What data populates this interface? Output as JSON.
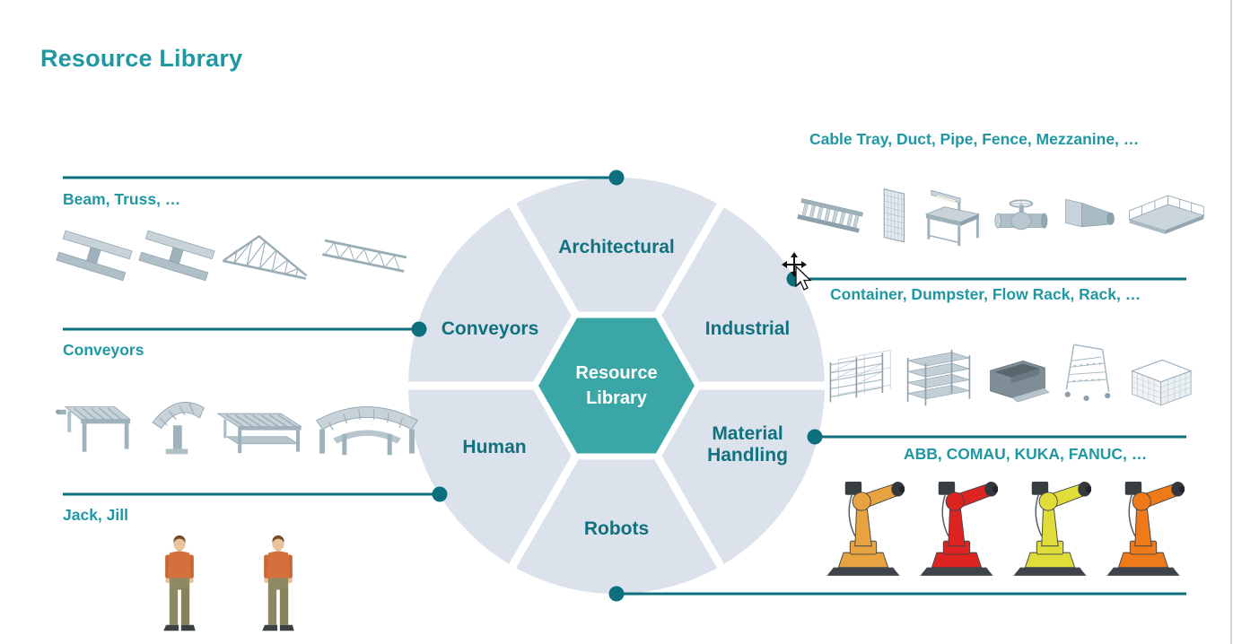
{
  "title": "Resource Library",
  "colors": {
    "accent_teal": "#1F98A4",
    "segment_label": "#11717F",
    "hexagon_fill": "#3BA6A6",
    "wheel_fill": "#DCE2EC",
    "connector": "#0C6F7D",
    "steel": "#A8BAC3",
    "robot_colors": [
      "#E8A23F",
      "#DE2420",
      "#E0DC39",
      "#EE7A19"
    ]
  },
  "wheel": {
    "center_label": "Resource Library",
    "segments": [
      {
        "label": "Architectural"
      },
      {
        "label": "Industrial"
      },
      {
        "label": "Material Handling"
      },
      {
        "label": "Robots"
      },
      {
        "label": "Human"
      },
      {
        "label": "Conveyors"
      }
    ]
  },
  "callouts": [
    {
      "segment": "Architectural",
      "label": "Beam, Truss, …",
      "icons": [
        {
          "name": "i-beam",
          "sym": "ibeam"
        },
        {
          "name": "i-beam",
          "sym": "ibeam"
        },
        {
          "name": "triangular-truss",
          "sym": "truss-tri"
        },
        {
          "name": "flat-truss",
          "sym": "truss-flat"
        }
      ]
    },
    {
      "segment": "Conveyors",
      "label": "Conveyors",
      "icons": [
        {
          "name": "roller-conveyor",
          "sym": "conv-straight"
        },
        {
          "name": "curve-conveyor",
          "sym": "conv-curve"
        },
        {
          "name": "belt-conveyor",
          "sym": "conv-belt"
        },
        {
          "name": "wide-curve-conveyor",
          "sym": "conv-curve-wide"
        }
      ]
    },
    {
      "segment": "Human",
      "label": "Jack, Jill",
      "icons": [
        {
          "name": "human-jack",
          "sym": "human"
        },
        {
          "name": "human-jill",
          "sym": "human"
        }
      ]
    },
    {
      "segment": "Industrial",
      "label": "Cable Tray, Duct, Pipe, Fence, Mezzanine, …",
      "icons": [
        {
          "name": "cable-tray",
          "sym": "cable-tray"
        },
        {
          "name": "fence",
          "sym": "fence"
        },
        {
          "name": "workbench",
          "sym": "workbench"
        },
        {
          "name": "pipe-valve",
          "sym": "pipe-valve"
        },
        {
          "name": "duct",
          "sym": "duct"
        },
        {
          "name": "mezzanine",
          "sym": "mezzanine"
        }
      ]
    },
    {
      "segment": "Material Handling",
      "label": "Container, Dumpster, Flow Rack, Rack, …",
      "icons": [
        {
          "name": "rack",
          "sym": "rack-open"
        },
        {
          "name": "shelf-rack",
          "sym": "rack-shelf"
        },
        {
          "name": "dumpster",
          "sym": "dumpster"
        },
        {
          "name": "flow-rack",
          "sym": "flow-rack"
        },
        {
          "name": "wire-container",
          "sym": "wire-container"
        }
      ]
    },
    {
      "segment": "Robots",
      "label": "ABB, COMAU, KUKA, FANUC, …",
      "icons": [
        {
          "name": "robot-abb",
          "sym": "robot",
          "color": "#E8A23F"
        },
        {
          "name": "robot-comau",
          "sym": "robot",
          "color": "#DE2420"
        },
        {
          "name": "robot-fanuc",
          "sym": "robot",
          "color": "#E0DC39"
        },
        {
          "name": "robot-kuka",
          "sym": "robot",
          "color": "#EE7A19"
        }
      ]
    }
  ],
  "cursor": {
    "name": "move-cursor"
  }
}
